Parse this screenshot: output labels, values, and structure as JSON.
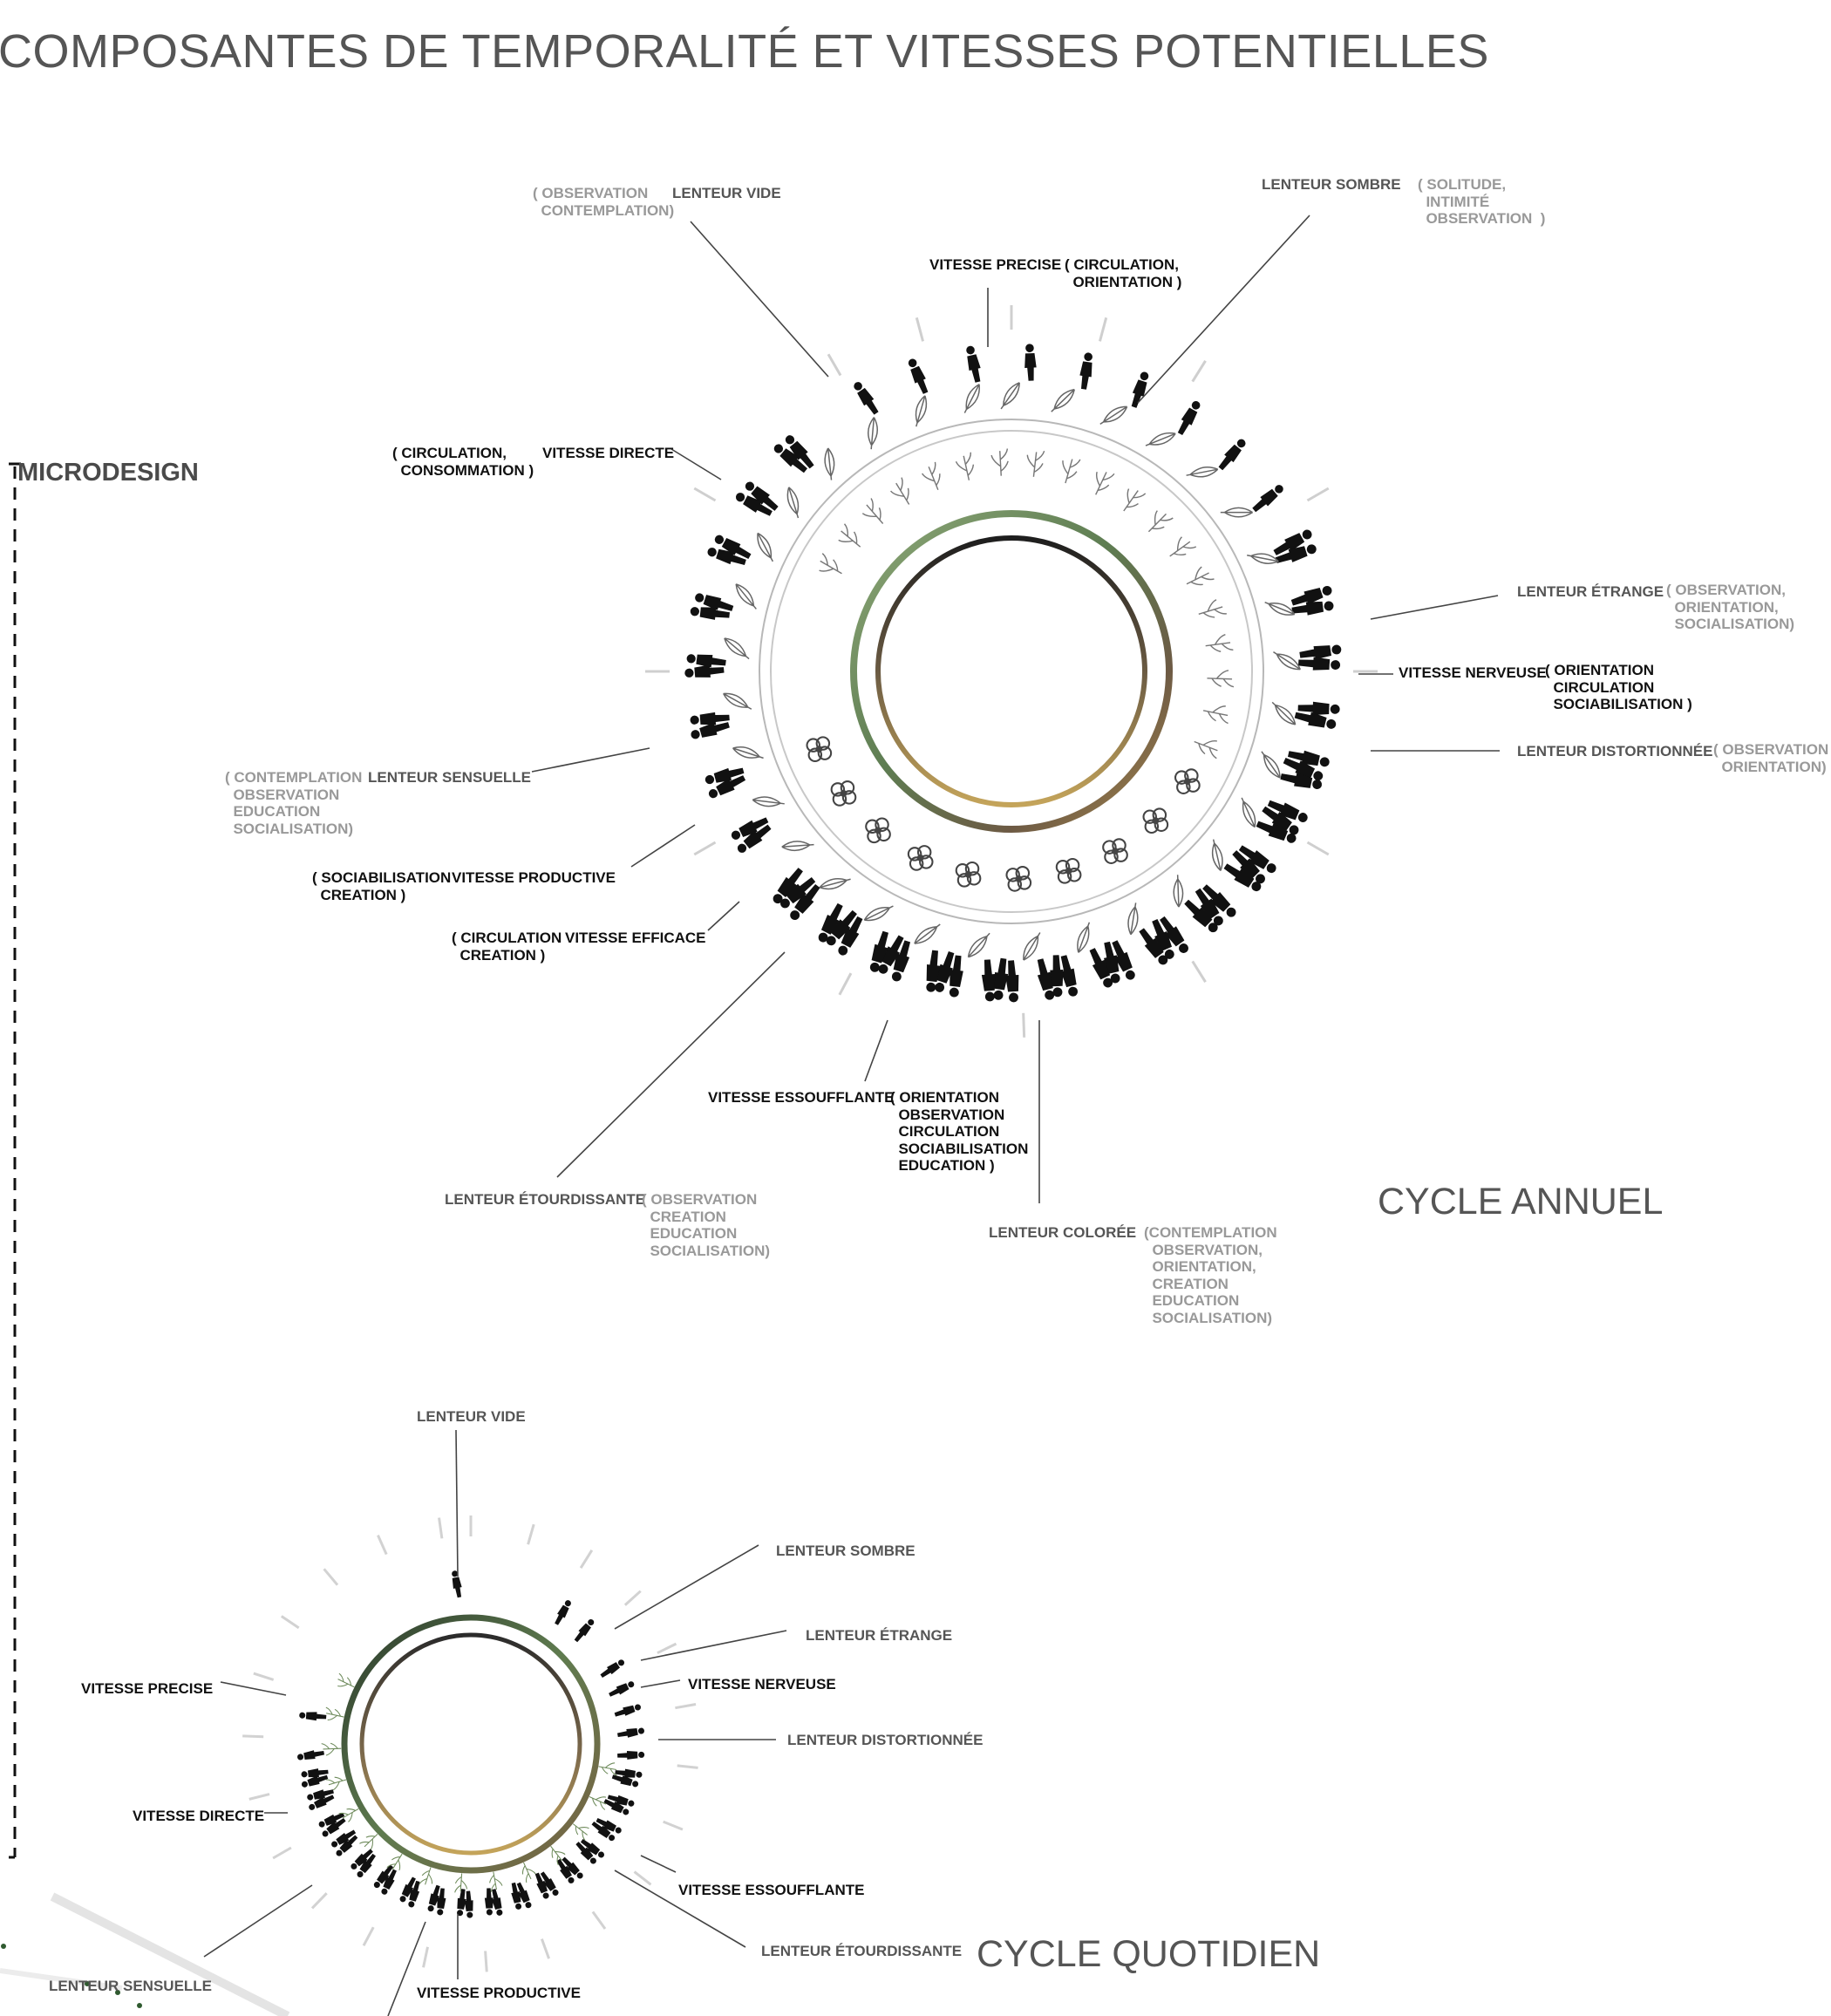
{
  "title": "COMPOSANTES DE TEMPORALITÉ ET VITESSES POTENTIELLES",
  "section_label": "MICRODESIGN",
  "colors": {
    "text": "#555555",
    "muted": "#999999",
    "dark": "#111111",
    "ring_green": "#7c9a64",
    "ring_brown": "#8a6a4a",
    "ring_gold": "#b89a52",
    "ring_dark": "#1e1e1e",
    "leader": "#444444"
  },
  "cycle_annuel": {
    "title": "CYCLE ANNUEL",
    "labels": {
      "lenteur_vide": "LENTEUR VIDE",
      "lenteur_vide_note": "( OBSERVATION\n  CONTEMPLATION)",
      "lenteur_sombre": "LENTEUR SOMBRE",
      "lenteur_sombre_note": "( SOLITUDE,\n  INTIMITÉ\n  OBSERVATION  )",
      "vitesse_precise": "VITESSE PRECISE",
      "vitesse_precise_note": "( CIRCULATION,\n  ORIENTATION )",
      "vitesse_directe": "VITESSE DIRECTE",
      "vitesse_directe_note": "( CIRCULATION,\n  CONSOMMATION )",
      "lenteur_etrange": "LENTEUR ÉTRANGE",
      "lenteur_etrange_note": "( OBSERVATION,\n  ORIENTATION,\n  SOCIALISATION)",
      "vitesse_nerveuse": "VITESSE NERVEUSE",
      "vitesse_nerveuse_note": "( ORIENTATION\n  CIRCULATION\n  SOCIABILISATION )",
      "lenteur_distortionnee": "LENTEUR DISTORTIONNÉE",
      "lenteur_distortionnee_note": "( OBSERVATION\n  ORIENTATION)",
      "lenteur_sensuelle": "LENTEUR SENSUELLE",
      "lenteur_sensuelle_note": "( CONTEMPLATION\n  OBSERVATION\n  EDUCATION\n  SOCIALISATION)",
      "vitesse_productive": "VITESSE PRODUCTIVE",
      "vitesse_productive_note": "( SOCIABILISATION\n  CREATION )",
      "vitesse_efficace": "VITESSE EFFICACE",
      "vitesse_efficace_note": "( CIRCULATION\n  CREATION )",
      "vitesse_essoufflante": "VITESSE ESSOUFFLANTE",
      "vitesse_essoufflante_note": "( ORIENTATION\n  OBSERVATION\n  CIRCULATION\n  SOCIABILISATION\n  EDUCATION )",
      "lenteur_etourdissante": "LENTEUR ÉTOURDISSANTE",
      "lenteur_etourdissante_note": "( OBSERVATION\n  CREATION\n  EDUCATION\n  SOCIALISATION)",
      "lenteur_coloree": "LENTEUR COLORÉE",
      "lenteur_coloree_note": "(CONTEMPLATION\n  OBSERVATION,\n  ORIENTATION,\n  CREATION\n  EDUCATION\n  SOCIALISATION)"
    }
  },
  "cycle_quotidien": {
    "title": "CYCLE QUOTIDIEN",
    "labels": {
      "lenteur_vide": "LENTEUR VIDE",
      "lenteur_sombre": "LENTEUR SOMBRE",
      "lenteur_etrange": "LENTEUR ÉTRANGE",
      "vitesse_nerveuse": "VITESSE NERVEUSE",
      "lenteur_distortionnee": "LENTEUR DISTORTIONNÉE",
      "vitesse_precise": "VITESSE PRECISE",
      "vitesse_directe": "VITESSE DIRECTE",
      "vitesse_essoufflante": "VITESSE ESSOUFFLANTE",
      "lenteur_etourdissante": "LENTEUR ÉTOURDISSANTE",
      "lenteur_sensuelle": "LENTEUR SENSUELLE",
      "vitesse_productive": "VITESSE PRODUCTIVE"
    }
  }
}
